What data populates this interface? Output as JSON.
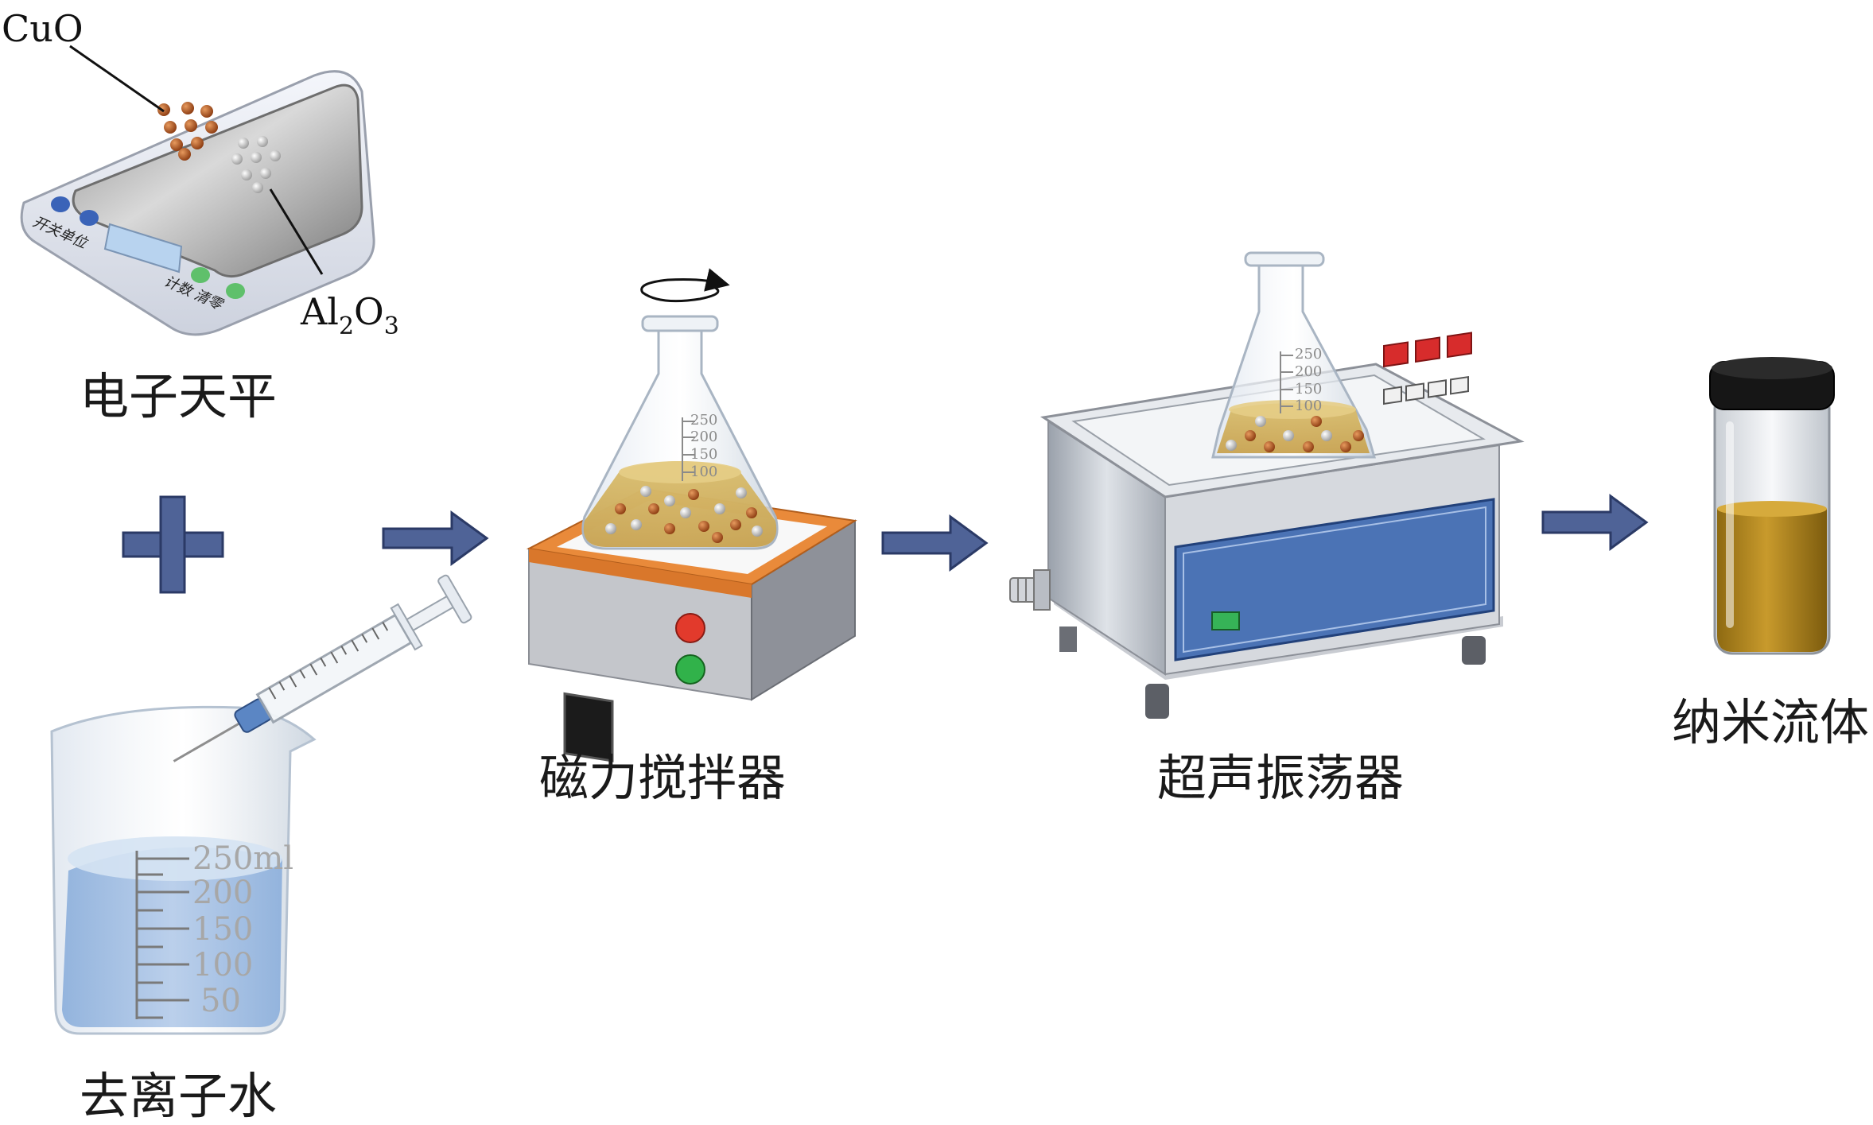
{
  "labels": {
    "balance": "电子天平",
    "water": "去离子水",
    "stirrer": "磁力搅拌器",
    "ultrasonic": "超声振荡器",
    "nanofluid": "纳米流体"
  },
  "chemicals": {
    "cuo": "CuO",
    "al2o3_main": "Al",
    "al2o3_sub1": "2",
    "al2o3_mid": "O",
    "al2o3_sub2": "3"
  },
  "balance_keys": {
    "left": "开关单位",
    "right": "计数 清零"
  },
  "beaker_scale": [
    "250ml",
    "200",
    "150",
    "100",
    "50"
  ],
  "flask_scale": [
    "250",
    "200",
    "150",
    "100"
  ],
  "colors": {
    "arrow": "#4f6397",
    "plus": "#4f6397",
    "cuo_particle": "#b8571f",
    "al2o3_particle": "#cfcfcf",
    "nanofluid": "#b88a1c",
    "water": "#a9c4e8",
    "stirrer_top": "#e98a3a",
    "ultrasonic_panel": "#4b73b5"
  }
}
